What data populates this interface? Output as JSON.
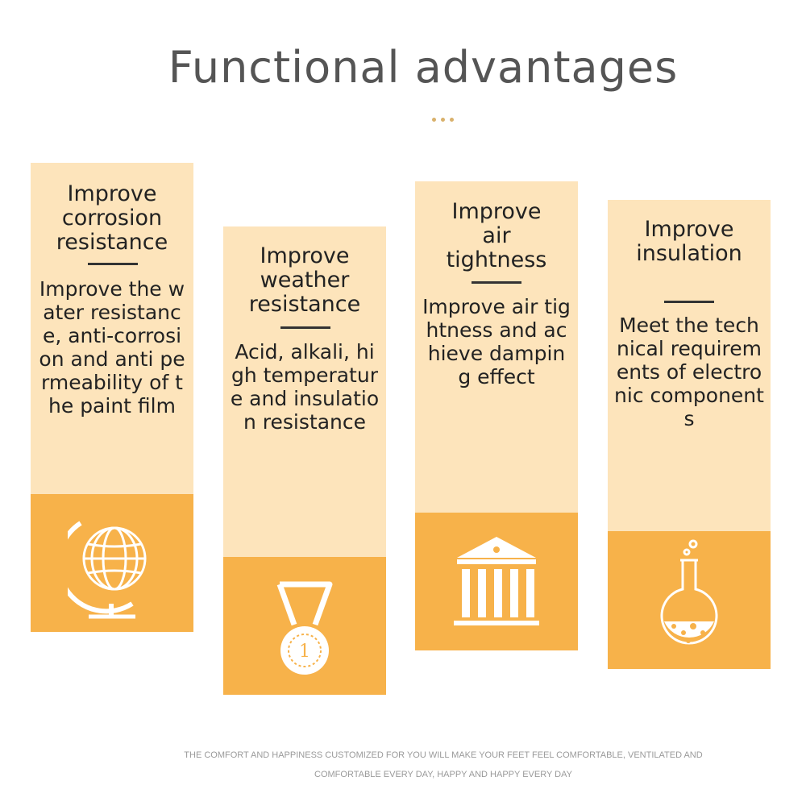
{
  "page": {
    "title": "Functional advantages",
    "accent_color": "#f7b24a",
    "card_color": "#fde4bb"
  },
  "cards": [
    {
      "heading": "Improve\ncorrosion\nresistance",
      "description": "Improve the water resistance, anti-corrosion and anti permeability of the paint film",
      "icon": "globe-icon"
    },
    {
      "heading": "Improve\nweather\nresistance",
      "description": "Acid, alkali, high temperature and insulation resistance",
      "icon": "medal-icon",
      "icon_label": "1"
    },
    {
      "heading": "Improve\nair\ntightness",
      "description": "Improve air tightness and achieve damping effect",
      "icon": "bank-icon"
    },
    {
      "heading": "Improve\ninsulation",
      "description": "Meet the technical requirements of electronic components",
      "icon": "flask-icon"
    }
  ],
  "footer": {
    "line1": "THE COMFORT AND HAPPINESS CUSTOMIZED FOR YOU WILL MAKE YOUR FEET FEEL COMFORTABLE, VENTILATED AND",
    "line2": "COMFORTABLE EVERY DAY, HAPPY AND HAPPY EVERY DAY"
  }
}
